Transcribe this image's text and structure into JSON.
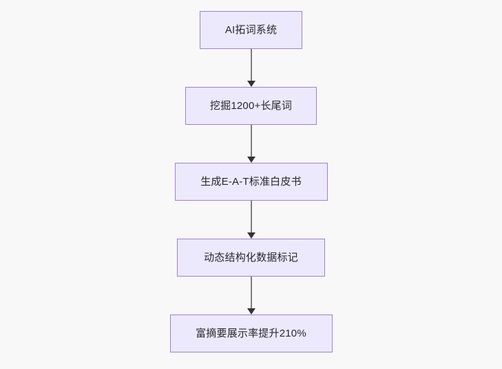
{
  "diagram": {
    "type": "flowchart",
    "direction": "top-to-bottom",
    "background_color": "#f8f8f9",
    "node_fill_color": "#ece9fc",
    "node_border_color": "#9f7fd6",
    "node_text_color": "#28282c",
    "connector_color": "#7d7d7d",
    "arrowhead_color": "#333338",
    "nodes": [
      {
        "id": "n0",
        "label": "AI拓词系统"
      },
      {
        "id": "n1",
        "label": "挖掘1200+长尾词"
      },
      {
        "id": "n2",
        "label": "生成E-A-T标准白皮书"
      },
      {
        "id": "n3",
        "label": "动态结构化数据标记"
      },
      {
        "id": "n4",
        "label": "富摘要展示率提升210%"
      }
    ],
    "edges": [
      {
        "from": "n0",
        "to": "n1",
        "label": ""
      },
      {
        "from": "n1",
        "to": "n2",
        "label": ""
      },
      {
        "from": "n2",
        "to": "n3",
        "label": ""
      },
      {
        "from": "n3",
        "to": "n4",
        "label": ""
      }
    ]
  }
}
